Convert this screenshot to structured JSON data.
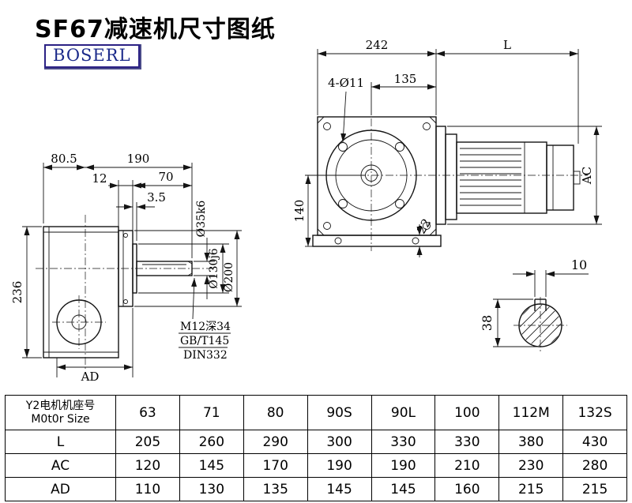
{
  "page": {
    "title": "SF67减速机尺寸图纸",
    "logo": "BOSERL"
  },
  "front_view": {
    "dim_242": "242",
    "dim_L": "L",
    "dim_holes": "4-Ø11",
    "dim_135": "135",
    "dim_140": "140",
    "dim_22": "22",
    "dim_AC": "AC"
  },
  "side_view": {
    "dim_80_5": "80.5",
    "dim_190": "190",
    "dim_12": "12",
    "dim_70": "70",
    "dim_3_5": "3.5",
    "dim_236": "236",
    "dim_AD": "AD",
    "dim_shaft": "Ø35k6",
    "dim_spigot": "Ø130j6",
    "dim_flange": "Ø200",
    "note_tap": "M12深34",
    "note_gb": "GB/T145",
    "note_din": "DIN332"
  },
  "shaft_view": {
    "dim_10": "10",
    "dim_38": "38"
  },
  "table": {
    "row_header_line1": "Y2电机机座号",
    "row_header_line2": "M0t0r Size",
    "motor_sizes": [
      "63",
      "71",
      "80",
      "90S",
      "90L",
      "100",
      "112M",
      "132S"
    ],
    "rows": [
      {
        "label": "L",
        "values": [
          "205",
          "260",
          "290",
          "300",
          "330",
          "330",
          "380",
          "430"
        ]
      },
      {
        "label": "AC",
        "values": [
          "120",
          "145",
          "170",
          "190",
          "190",
          "210",
          "230",
          "280"
        ]
      },
      {
        "label": "AD",
        "values": [
          "110",
          "130",
          "135",
          "145",
          "145",
          "160",
          "215",
          "215"
        ]
      }
    ]
  }
}
